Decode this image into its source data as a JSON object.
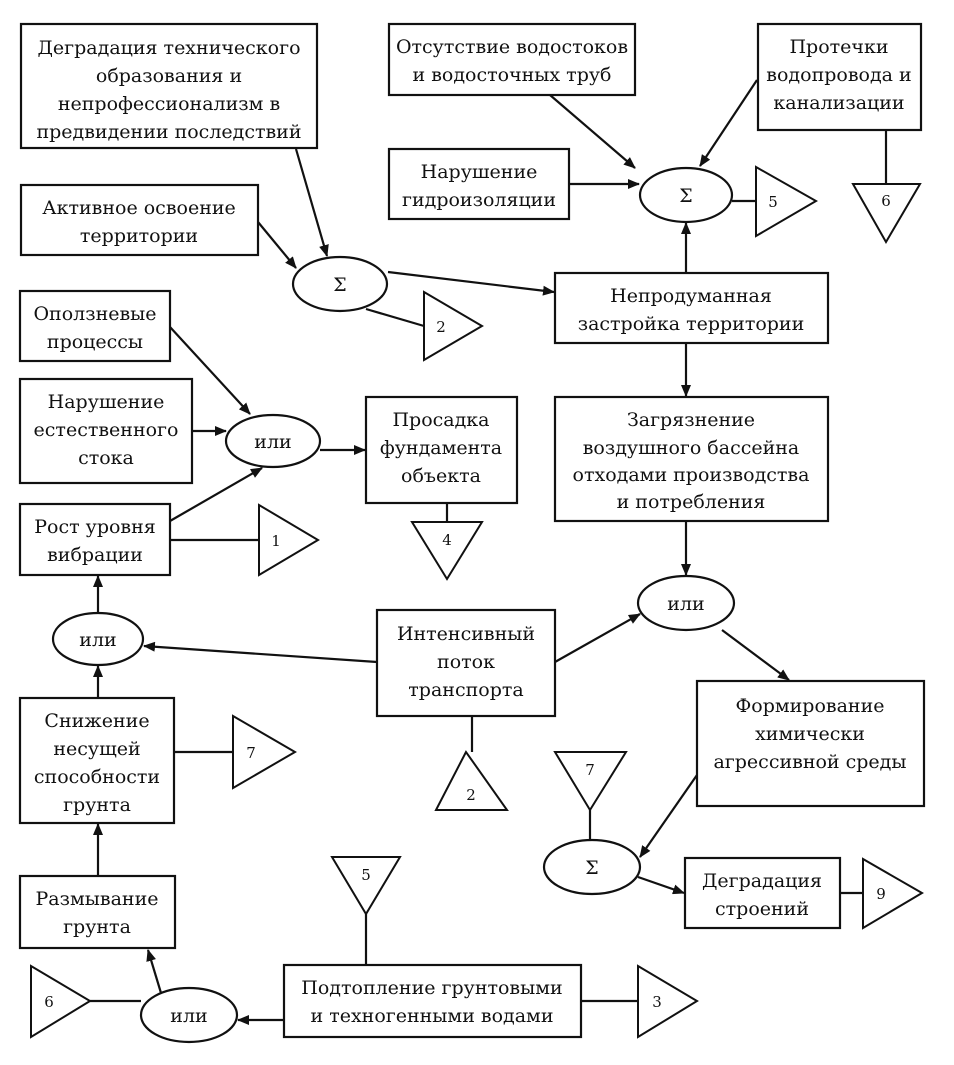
{
  "diagram": {
    "boxes": {
      "tech_education": [
        "Деградация технического",
        "образования и",
        "непрофессионализм в",
        "предвидении последствий"
      ],
      "active_development": [
        "Активное освоение",
        "территории"
      ],
      "no_drains": [
        "Отсутствие водостоков",
        "и водосточных труб"
      ],
      "leaks": [
        "Протечки",
        "водопровода и",
        "канализации"
      ],
      "waterproofing": [
        "Нарушение",
        "гидроизоляции"
      ],
      "landslide": [
        "Оползневые",
        "процессы"
      ],
      "natural_runoff": [
        "Нарушение",
        "естественного",
        "стока"
      ],
      "vibration": [
        "Рост уровня",
        "вибрации"
      ],
      "subsidence": [
        "Просадка",
        "фундамента",
        "объекта"
      ],
      "poor_development": [
        "Непродуманная",
        "застройка территории"
      ],
      "air_pollution": [
        "Загрязнение",
        "воздушного бассейна",
        "отходами производства",
        "и потребления"
      ],
      "traffic": [
        "Интенсивный",
        "поток",
        "транспорта"
      ],
      "bearing_capacity": [
        "Снижение",
        "несущей",
        "способности",
        "грунта"
      ],
      "chem_env": [
        "Формирование",
        "химически",
        "агрессивной среды"
      ],
      "building_degradation": [
        "Деградация",
        "строений"
      ],
      "soil_erosion": [
        "Размывание",
        "грунта"
      ],
      "flooding": [
        "Подтопление грунтовыми",
        "и техногенными водами"
      ]
    },
    "gates": {
      "sum": "Σ",
      "or": "или"
    },
    "connectors": {
      "c2_top": "2",
      "c5_top": "5",
      "c6_top": "6",
      "c1": "1",
      "c4": "4",
      "c7_mid": "7",
      "c2_mid": "2",
      "c7_right": "7",
      "c9": "9",
      "c5_bottom": "5",
      "c6_bottom": "6",
      "c3": "3"
    }
  }
}
